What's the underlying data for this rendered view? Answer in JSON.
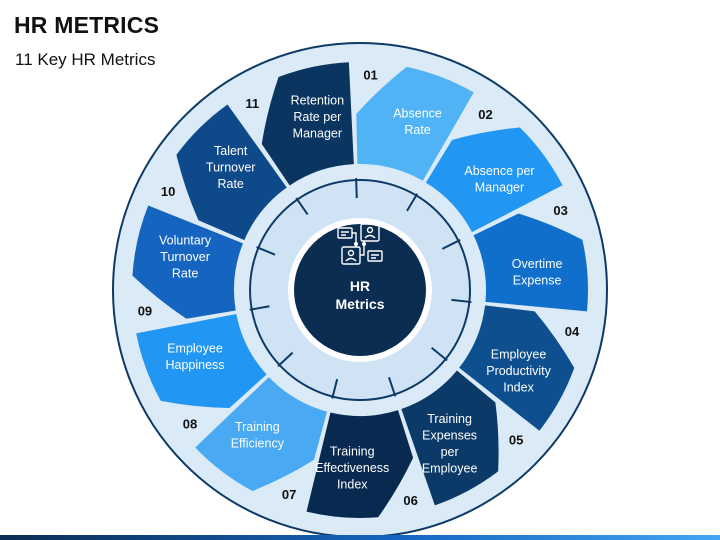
{
  "title": "HR METRICS",
  "subtitle": "11 Key HR Metrics",
  "center": {
    "line1": "HR",
    "line2": "Metrics",
    "icon": "hr-people-network-icon"
  },
  "colors": {
    "outer_circle": "#dbeaf7",
    "outer_border": "#0d3a66",
    "ring_fill": "#cfe3f5",
    "ring_border": "#0d3a66",
    "center_fill": "#0b2d52",
    "bg": "#ffffff"
  },
  "segments": [
    {
      "number": "01",
      "lines": [
        "Absence",
        "Rate"
      ],
      "color": "#4fb3f6"
    },
    {
      "number": "02",
      "lines": [
        "Absence per",
        "Manager"
      ],
      "color": "#2196f3"
    },
    {
      "number": "03",
      "lines": [
        "Overtime",
        "Expense"
      ],
      "color": "#0f6fcb"
    },
    {
      "number": "04",
      "lines": [
        "Employee",
        "Productivity",
        "Index"
      ],
      "color": "#0d4f8f"
    },
    {
      "number": "05",
      "lines": [
        "Training",
        "Expenses",
        "per",
        "Employee"
      ],
      "color": "#0b3968"
    },
    {
      "number": "06",
      "lines": [
        "Training",
        "Effectiveness",
        "Index"
      ],
      "color": "#082a50"
    },
    {
      "number": "07",
      "lines": [
        "Training",
        "Efficiency"
      ],
      "color": "#49a9f2"
    },
    {
      "number": "08",
      "lines": [
        "Employee",
        "Happiness"
      ],
      "color": "#2196f3"
    },
    {
      "number": "09",
      "lines": [
        "Voluntary",
        "Turnover",
        "Rate"
      ],
      "color": "#1565c0"
    },
    {
      "number": "10",
      "lines": [
        "Talent",
        "Turnover",
        "Rate"
      ],
      "color": "#0e4a8a"
    },
    {
      "number": "11",
      "lines": [
        "Retention",
        "Rate per",
        "Manager"
      ],
      "color": "#0b3561"
    }
  ]
}
